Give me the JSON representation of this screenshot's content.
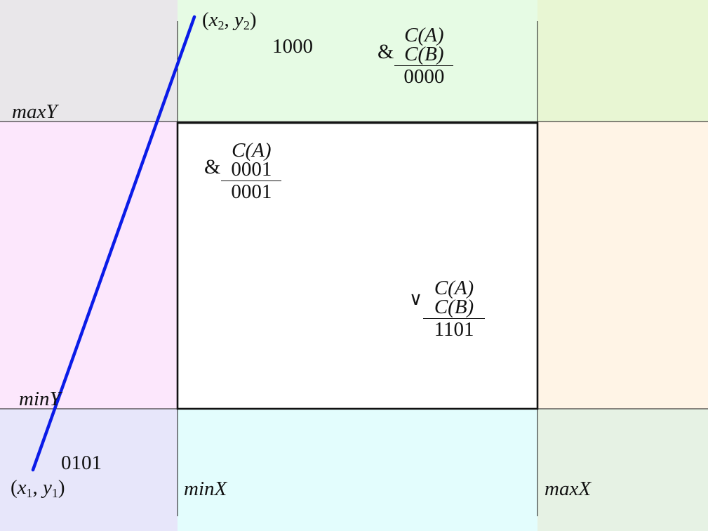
{
  "regions": {
    "top_left": "#e9e7ea",
    "top_mid": "#e6fbe4",
    "top_right": "#e8f6d3",
    "mid_left": "#fce7fc",
    "center": "#ffffff",
    "mid_right": "#fff4e6",
    "bottom_left": "#e7e6fa",
    "bottom_mid": "#e3fdfd",
    "bottom_right": "#e6f2e4"
  },
  "colors": {
    "segment": "#0a1be8",
    "lines": "#111111"
  },
  "labels": {
    "maxY": "maxY",
    "minY": "minY",
    "minX": "minX",
    "maxX": "maxX",
    "p2": "(x2, y2)",
    "p1": "(x1, y1)",
    "code_top": "1000",
    "code_bottom_left": "0101"
  },
  "points": {
    "p2": {
      "x": "x",
      "xsub": "2",
      "y": "y",
      "ysub": "2"
    },
    "p1": {
      "x": "x",
      "xsub": "1",
      "y": "y",
      "ysub": "1"
    }
  },
  "fractions": {
    "top": {
      "op": "&",
      "a": "C(A)",
      "b": "C(B)",
      "result": "0000"
    },
    "inner": {
      "op": "&",
      "a": "C(A)",
      "b": "0001",
      "result": "0001"
    },
    "or": {
      "op": "∨",
      "a": "C(A)",
      "b": "C(B)",
      "result": "1101"
    }
  }
}
